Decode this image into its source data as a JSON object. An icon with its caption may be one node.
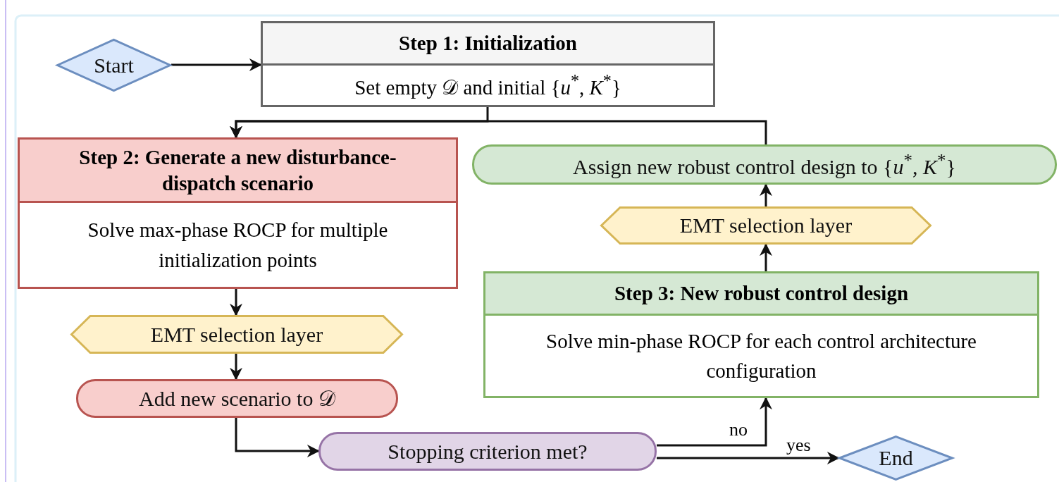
{
  "diagram": {
    "nodes": [
      {
        "text": [
          "Start"
        ]
      },
      {
        "text": [
          "Step 1: Initialization",
          "Set empty 𝒟 and initial {*u*$^{*}$, *K*$^{*}$}"
        ]
      },
      {
        "text": [
          "Step 2: Generate a new disturbance-dispatch scenario",
          "Solve max-phase ROCP for multiple initialization points"
        ]
      },
      {
        "text": [
          "EMT selection layer"
        ]
      },
      {
        "text": [
          "Add new scenario to 𝒟"
        ]
      },
      {
        "text": [
          "Stopping criterion met?"
        ]
      },
      {
        "text": [
          "End"
        ]
      },
      {
        "text": [
          "Step 3: New robust control design",
          "Solve min-phase ROCP for each control architecture configuration"
        ]
      },
      {
        "text": [
          "EMT selection layer"
        ]
      },
      {
        "text": [
          "Assign new robust control design to {*u*$^{*}$, *K*$^{*}$}"
        ]
      }
    ],
    "edges": [
      {
        "from": 0,
        "to": 1,
        "arrow": "to"
      },
      {
        "from": 1,
        "to": 2,
        "arrow": "to"
      },
      {
        "from": 9,
        "to": 2,
        "arrow": "to"
      },
      {
        "from": 2,
        "to": 3,
        "arrow": "to"
      },
      {
        "from": 3,
        "to": 4,
        "arrow": "to"
      },
      {
        "from": 4,
        "to": 5,
        "arrow": "to"
      },
      {
        "from": 5,
        "to": 7,
        "arrow": "to",
        "label": "no"
      },
      {
        "from": 5,
        "to": 6,
        "arrow": "to",
        "label": "yes"
      },
      {
        "from": 7,
        "to": 8,
        "arrow": "to"
      },
      {
        "from": 8,
        "to": 9,
        "arrow": "to"
      }
    ]
  }
}
